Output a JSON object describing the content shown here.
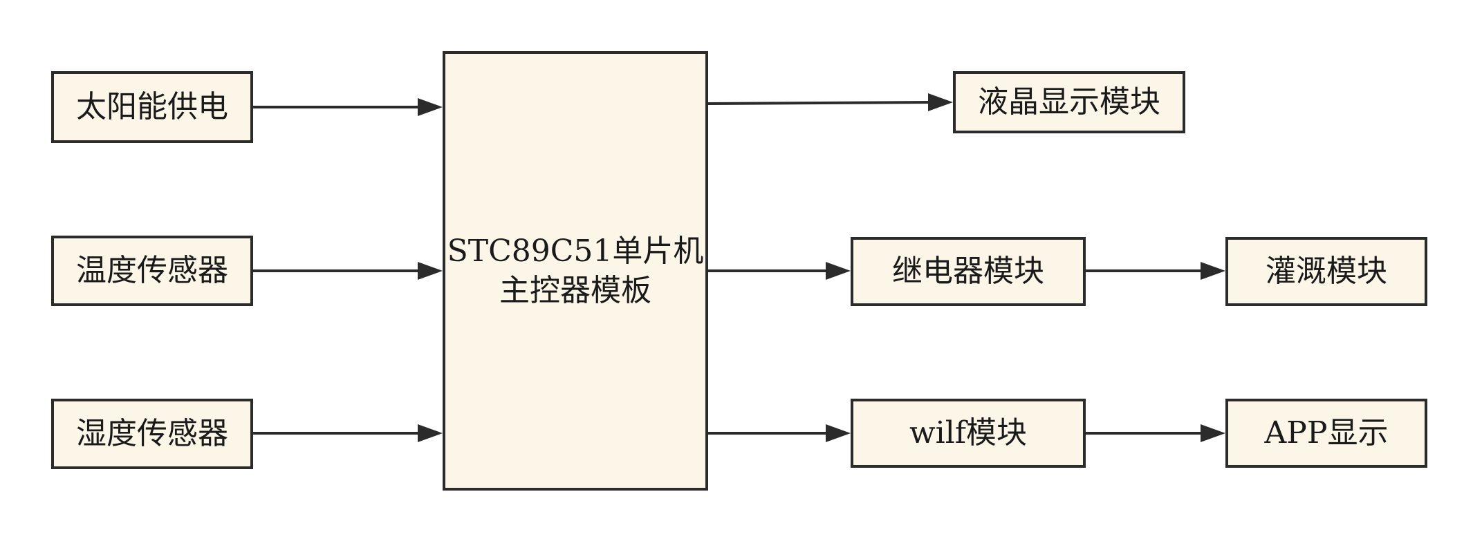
{
  "colors": {
    "box_fill": "#fbf6e8",
    "box_border": "#2b2b2b",
    "arrow": "#2b2b2b"
  },
  "nodes": {
    "solar": {
      "label": "太阳能供电"
    },
    "temp": {
      "label": "温度传感器"
    },
    "humidity": {
      "label": "湿度传感器"
    },
    "mcu": {
      "line1": "STC89C51单片机",
      "line2": "主控器模板"
    },
    "lcd": {
      "label": "液晶显示模块"
    },
    "relay": {
      "label": "继电器模块"
    },
    "irrigation": {
      "label": "灌溉模块"
    },
    "wifi": {
      "label": "wilf模块"
    },
    "app": {
      "label": "APP显示"
    }
  },
  "edges": [
    {
      "from": "solar",
      "to": "mcu"
    },
    {
      "from": "temp",
      "to": "mcu"
    },
    {
      "from": "humidity",
      "to": "mcu"
    },
    {
      "from": "mcu",
      "to": "lcd"
    },
    {
      "from": "mcu",
      "to": "relay"
    },
    {
      "from": "relay",
      "to": "irrigation"
    },
    {
      "from": "mcu",
      "to": "wifi"
    },
    {
      "from": "wifi",
      "to": "app"
    }
  ]
}
